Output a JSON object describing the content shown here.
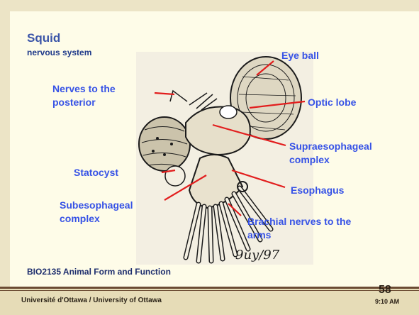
{
  "slide": {
    "title": "Squid",
    "subtitle": "nervous system",
    "course": "BIO2135 Animal Form and Function",
    "university": "Université d'Ottawa / University of Ottawa",
    "page_number": "58",
    "time": "9:10 AM"
  },
  "labels": {
    "eye_ball": "Eye ball",
    "optic_lobe": "Optic lobe",
    "nerves_posterior": "Nerves to the posterior",
    "supraesophageal": "Supraesophageal complex",
    "statocyst": "Statocyst",
    "esophagus": "Esophagus",
    "subesophageal": "Subesophageal complex",
    "brachial": "Brachial nerves to the arms"
  },
  "drawing_signature": "9uy/97",
  "colors": {
    "label": "#3652e6",
    "arrow": "#e21d1d",
    "title": "#3b55a8",
    "frame": "#6b4b33"
  }
}
